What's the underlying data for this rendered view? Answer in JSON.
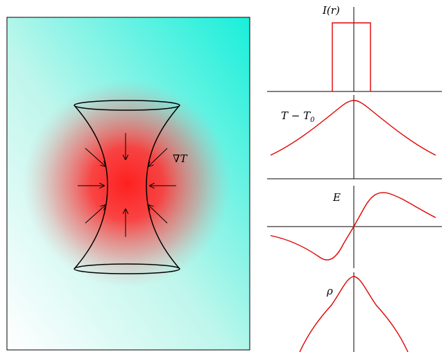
{
  "labels": {
    "gradient": "∇T",
    "intensity": "I(r)",
    "temperature": "T − T",
    "temperature_subscript": "0",
    "field": "E",
    "density": "ρ"
  },
  "colors": {
    "background_gradient": [
      "#ffffff",
      "#c8f7ee",
      "#1ef0dc"
    ],
    "hot_spot": "#ff2a2a",
    "curve": "#e00000",
    "axis": "#000000"
  }
}
